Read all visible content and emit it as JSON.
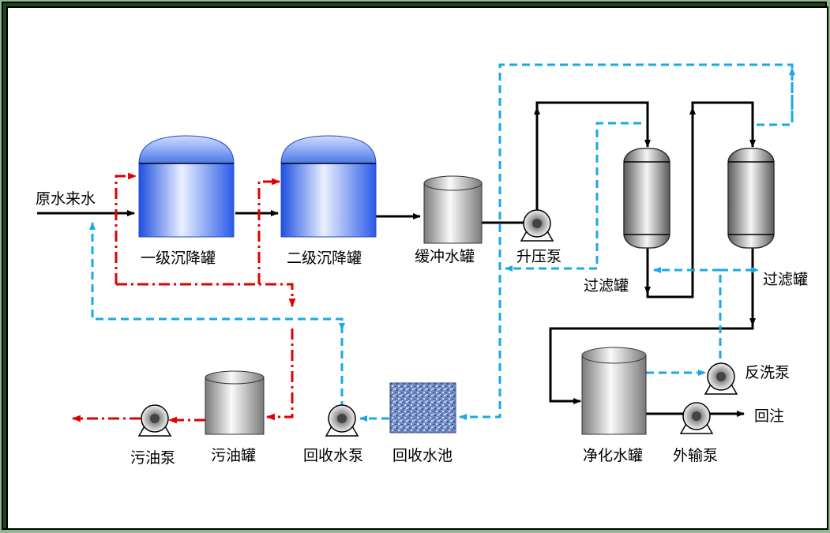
{
  "labels": {
    "raw_water_inlet": "原水来水",
    "primary_settling_tank": "一级沉降罐",
    "secondary_settling_tank": "二级沉降罐",
    "buffer_water_tank": "缓冲水罐",
    "booster_pump": "升压泵",
    "filter_tank_1": "过滤罐",
    "filter_tank_2": "过滤罐",
    "backwash_pump": "反洗泵",
    "reinjection": "回注",
    "clean_water_tank": "净化水罐",
    "export_pump": "外输泵",
    "sewage_oil_pump": "污油泵",
    "sewage_oil_tank": "污油罐",
    "recovery_water_pump": "回收水泵",
    "recovery_water_pool": "回收水池"
  },
  "colors": {
    "process_line": "#000000",
    "oil_line": "#e00000",
    "recovery_line": "#1aa9e6",
    "settling_tank": "#2f64e6",
    "steel_tank": "#8c8c8c"
  }
}
